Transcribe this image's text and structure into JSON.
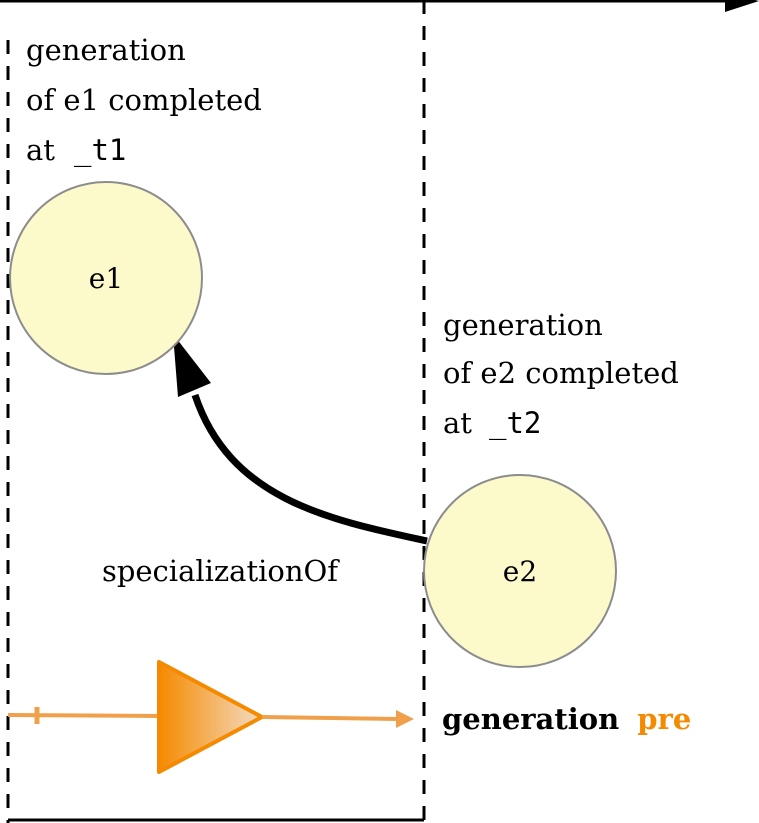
{
  "labels": {
    "gen1_line1": "generation",
    "gen1_line2": "of e1 completed",
    "gen1_line3_prefix": "at",
    "gen1_line3_code": "_t1",
    "gen2_line1": "generation",
    "gen2_line2": "of e2 completed",
    "gen2_line3_prefix": "at",
    "gen2_line3_code": "_t2",
    "relation": "specializationOf",
    "bottom_bold": "generation",
    "bottom_orange": "pre"
  },
  "nodes": {
    "e1": "e1",
    "e2": "e2"
  },
  "colors": {
    "node_fill": "#fcfacb",
    "node_stroke": "#8c8c8c",
    "orange": "#f0a04a",
    "orange_dark": "#f58a00",
    "black": "#000000"
  }
}
